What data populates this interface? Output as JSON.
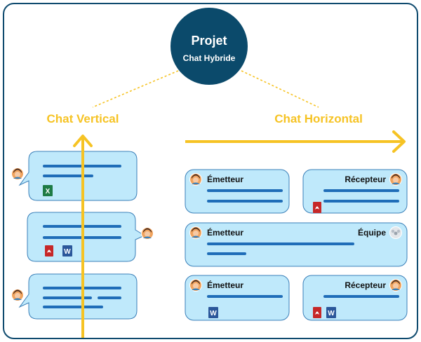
{
  "project": {
    "title": "Projet",
    "subtitle": "Chat Hybride"
  },
  "vertical": {
    "label": "Chat Vertical"
  },
  "horizontal": {
    "label": "Chat Horizontal",
    "rows": [
      {
        "left_role": "Émetteur",
        "right_role": "Récepteur"
      },
      {
        "left_role": "Émetteur",
        "right_role": "Équipe"
      },
      {
        "left_role": "Émetteur",
        "right_role": "Récepteur"
      }
    ]
  },
  "icons": {
    "excel": "excel-file-icon",
    "pdf": "pdf-file-icon",
    "word": "word-file-icon",
    "avatar": "user-avatar-icon",
    "team": "team-icon"
  },
  "colors": {
    "border": "#0e4a6e",
    "circle": "#0b4a6b",
    "accent": "#f6c324",
    "bubble_fill": "#bfe9fb",
    "bubble_stroke": "#3a7fb8",
    "text_line": "#1f6db8",
    "pdf": "#c62828",
    "word": "#2b579a",
    "excel": "#1e7b45"
  }
}
